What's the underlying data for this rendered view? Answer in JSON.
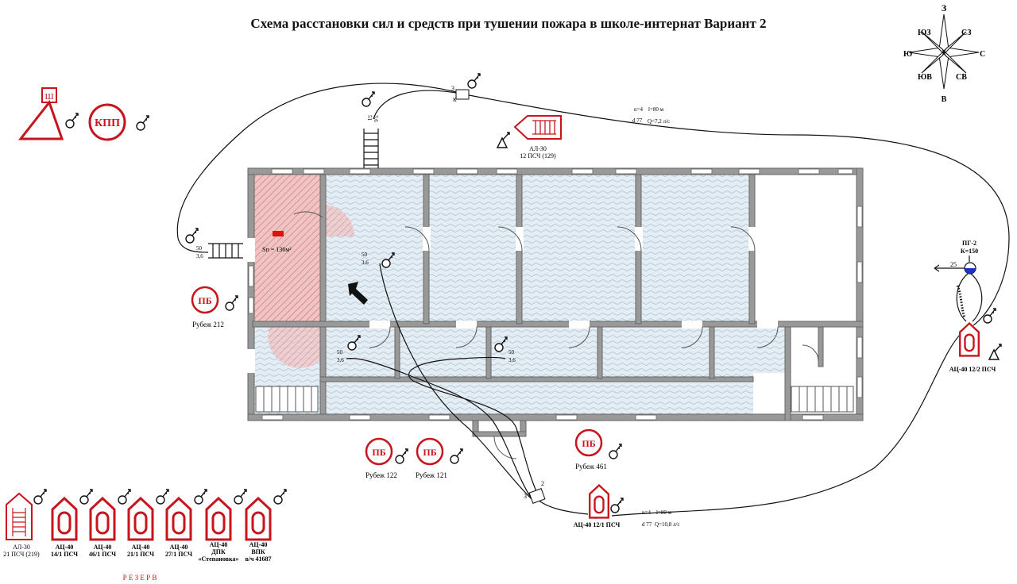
{
  "title": "Схема расстановки сил и средств при тушении пожара в школе-интернат Вариант 2",
  "compass": {
    "n": "З",
    "ne": "СЗ",
    "e": "С",
    "se": "СВ",
    "s": "В",
    "sw": "ЮВ",
    "w": "Ю",
    "nw": "ЮЗ"
  },
  "hq": {
    "sh": "Ш",
    "kpp": "КПП"
  },
  "pb": {
    "label": "ПБ",
    "r212": "Рубеж 212",
    "r122": "Рубеж 122",
    "r121": "Рубеж 121",
    "r461": "Рубеж 461"
  },
  "ladder_top": {
    "line1": "АЛ-30",
    "line2": "12 ПСЧ (129)"
  },
  "fire_area": "Sп = 136м²",
  "hydrant": {
    "line1": "ПГ-2",
    "line2": "К=150",
    "flow": "25"
  },
  "engine_right": "АЦ-40 12/2 ПСЧ",
  "engine_bottom": "АЦ-40 12/1 ПСЧ",
  "line_top": {
    "n": "n=4",
    "l": "l=80 м",
    "d": "d 77",
    "q": "Q=7,2 л/с"
  },
  "line_bottom": {
    "n": "n=4",
    "l": "l=80 м",
    "d": "d 77",
    "q": "Q=10,8 л/с"
  },
  "nozzle": {
    "a": "50",
    "b": "3,6"
  },
  "hose_top": {
    "a": "51",
    "b": "3,6"
  },
  "branch": {
    "top": "3",
    "bot_a": "3",
    "bot_b": "2",
    "k": "К"
  },
  "reserve": {
    "title": "Р Е З Е Р В",
    "units": [
      {
        "l1": "АЛ-30",
        "l2": "21 ПСЧ (219)",
        "l3": "",
        "l4": ""
      },
      {
        "l1": "АЦ-40",
        "l2": "14/1 ПСЧ",
        "l3": "",
        "l4": ""
      },
      {
        "l1": "АЦ-40",
        "l2": "46/1 ПСЧ",
        "l3": "",
        "l4": ""
      },
      {
        "l1": "АЦ-40",
        "l2": "21/1 ПСЧ",
        "l3": "",
        "l4": ""
      },
      {
        "l1": "АЦ-40",
        "l2": "27/1 ПСЧ",
        "l3": "",
        "l4": ""
      },
      {
        "l1": "АЦ-40",
        "l2": "ДПК",
        "l3": "«Степановка»",
        "l4": ""
      },
      {
        "l1": "АЦ-40",
        "l2": "ВПК",
        "l3": "в/ч 41687",
        "l4": ""
      }
    ]
  },
  "colors": {
    "red": "#c8141c",
    "water": "#e3ecf2",
    "wall": "#8e8e8e",
    "fire": "#e8aaaa",
    "blue": "#1a30c8"
  }
}
